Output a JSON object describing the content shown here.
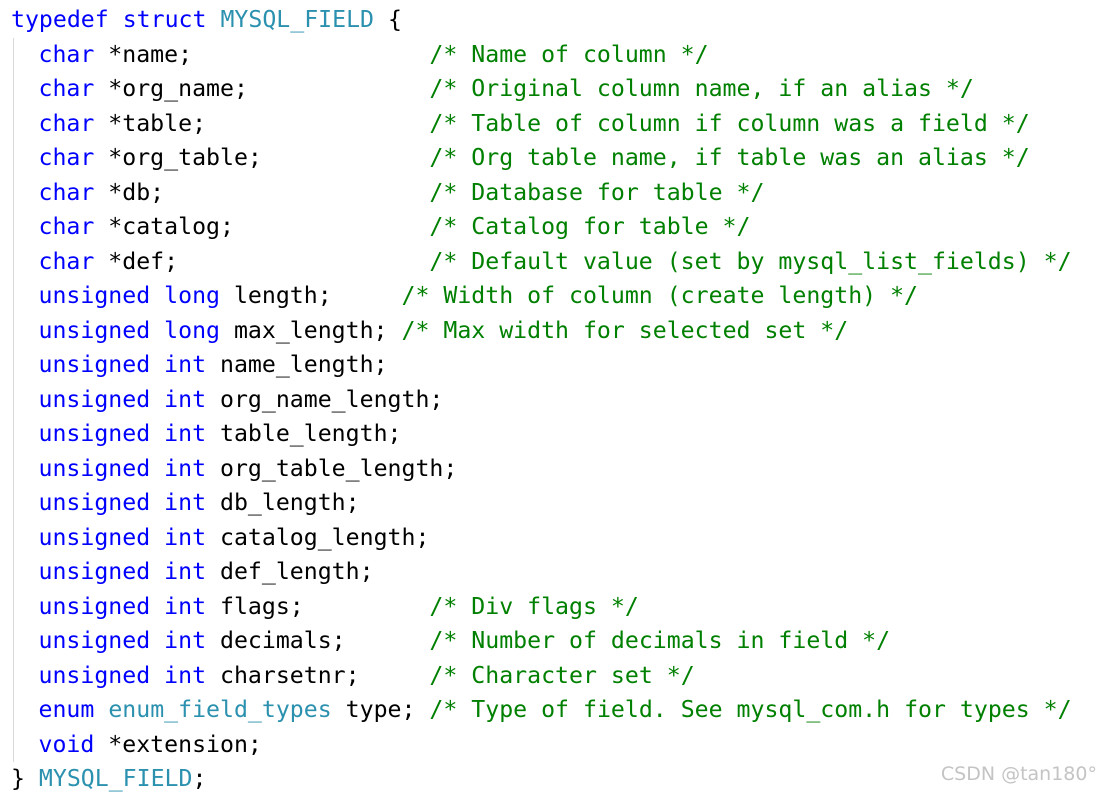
{
  "colors": {
    "keyword": "#0000ff",
    "type_name": "#2b91af",
    "comment": "#008000",
    "plain": "#000000",
    "background": "#ffffff",
    "watermark": "#c4c4c4"
  },
  "code": {
    "lines": [
      [
        {
          "t": "kw",
          "v": "typedef"
        },
        {
          "t": "pl",
          "v": " "
        },
        {
          "t": "kw",
          "v": "struct"
        },
        {
          "t": "pl",
          "v": " "
        },
        {
          "t": "ty",
          "v": "MYSQL_FIELD"
        },
        {
          "t": "pl",
          "v": " {"
        }
      ],
      [
        {
          "t": "ind"
        },
        {
          "t": "kw",
          "v": "char"
        },
        {
          "t": "pl",
          "v": " *name;                 "
        },
        {
          "t": "cm",
          "v": "/* Name of column */"
        }
      ],
      [
        {
          "t": "ind"
        },
        {
          "t": "kw",
          "v": "char"
        },
        {
          "t": "pl",
          "v": " *org_name;             "
        },
        {
          "t": "cm",
          "v": "/* Original column name, if an alias */"
        }
      ],
      [
        {
          "t": "ind"
        },
        {
          "t": "kw",
          "v": "char"
        },
        {
          "t": "pl",
          "v": " *table;                "
        },
        {
          "t": "cm",
          "v": "/* Table of column if column was a field */"
        }
      ],
      [
        {
          "t": "ind"
        },
        {
          "t": "kw",
          "v": "char"
        },
        {
          "t": "pl",
          "v": " *org_table;            "
        },
        {
          "t": "cm",
          "v": "/* Org table name, if table was an alias */"
        }
      ],
      [
        {
          "t": "ind"
        },
        {
          "t": "kw",
          "v": "char"
        },
        {
          "t": "pl",
          "v": " *db;                   "
        },
        {
          "t": "cm",
          "v": "/* Database for table */"
        }
      ],
      [
        {
          "t": "ind"
        },
        {
          "t": "kw",
          "v": "char"
        },
        {
          "t": "pl",
          "v": " *catalog;              "
        },
        {
          "t": "cm",
          "v": "/* Catalog for table */"
        }
      ],
      [
        {
          "t": "ind"
        },
        {
          "t": "kw",
          "v": "char"
        },
        {
          "t": "pl",
          "v": " *def;                  "
        },
        {
          "t": "cm",
          "v": "/* Default value (set by mysql_list_fields) */"
        }
      ],
      [
        {
          "t": "ind"
        },
        {
          "t": "kw",
          "v": "unsigned"
        },
        {
          "t": "pl",
          "v": " "
        },
        {
          "t": "kw",
          "v": "long"
        },
        {
          "t": "pl",
          "v": " length;     "
        },
        {
          "t": "cm",
          "v": "/* Width of column (create length) */"
        }
      ],
      [
        {
          "t": "ind"
        },
        {
          "t": "kw",
          "v": "unsigned"
        },
        {
          "t": "pl",
          "v": " "
        },
        {
          "t": "kw",
          "v": "long"
        },
        {
          "t": "pl",
          "v": " max_length; "
        },
        {
          "t": "cm",
          "v": "/* Max width for selected set */"
        }
      ],
      [
        {
          "t": "ind"
        },
        {
          "t": "kw",
          "v": "unsigned"
        },
        {
          "t": "pl",
          "v": " "
        },
        {
          "t": "kw",
          "v": "int"
        },
        {
          "t": "pl",
          "v": " name_length;"
        }
      ],
      [
        {
          "t": "ind"
        },
        {
          "t": "kw",
          "v": "unsigned"
        },
        {
          "t": "pl",
          "v": " "
        },
        {
          "t": "kw",
          "v": "int"
        },
        {
          "t": "pl",
          "v": " org_name_length;"
        }
      ],
      [
        {
          "t": "ind"
        },
        {
          "t": "kw",
          "v": "unsigned"
        },
        {
          "t": "pl",
          "v": " "
        },
        {
          "t": "kw",
          "v": "int"
        },
        {
          "t": "pl",
          "v": " table_length;"
        }
      ],
      [
        {
          "t": "ind"
        },
        {
          "t": "kw",
          "v": "unsigned"
        },
        {
          "t": "pl",
          "v": " "
        },
        {
          "t": "kw",
          "v": "int"
        },
        {
          "t": "pl",
          "v": " org_table_length;"
        }
      ],
      [
        {
          "t": "ind"
        },
        {
          "t": "kw",
          "v": "unsigned"
        },
        {
          "t": "pl",
          "v": " "
        },
        {
          "t": "kw",
          "v": "int"
        },
        {
          "t": "pl",
          "v": " db_length;"
        }
      ],
      [
        {
          "t": "ind"
        },
        {
          "t": "kw",
          "v": "unsigned"
        },
        {
          "t": "pl",
          "v": " "
        },
        {
          "t": "kw",
          "v": "int"
        },
        {
          "t": "pl",
          "v": " catalog_length;"
        }
      ],
      [
        {
          "t": "ind"
        },
        {
          "t": "kw",
          "v": "unsigned"
        },
        {
          "t": "pl",
          "v": " "
        },
        {
          "t": "kw",
          "v": "int"
        },
        {
          "t": "pl",
          "v": " def_length;"
        }
      ],
      [
        {
          "t": "ind"
        },
        {
          "t": "kw",
          "v": "unsigned"
        },
        {
          "t": "pl",
          "v": " "
        },
        {
          "t": "kw",
          "v": "int"
        },
        {
          "t": "pl",
          "v": " flags;         "
        },
        {
          "t": "cm",
          "v": "/* Div flags */"
        }
      ],
      [
        {
          "t": "ind"
        },
        {
          "t": "kw",
          "v": "unsigned"
        },
        {
          "t": "pl",
          "v": " "
        },
        {
          "t": "kw",
          "v": "int"
        },
        {
          "t": "pl",
          "v": " decimals;      "
        },
        {
          "t": "cm",
          "v": "/* Number of decimals in field */"
        }
      ],
      [
        {
          "t": "ind"
        },
        {
          "t": "kw",
          "v": "unsigned"
        },
        {
          "t": "pl",
          "v": " "
        },
        {
          "t": "kw",
          "v": "int"
        },
        {
          "t": "pl",
          "v": " charsetnr;     "
        },
        {
          "t": "cm",
          "v": "/* Character set */"
        }
      ],
      [
        {
          "t": "ind"
        },
        {
          "t": "kw",
          "v": "enum"
        },
        {
          "t": "pl",
          "v": " "
        },
        {
          "t": "ty",
          "v": "enum_field_types"
        },
        {
          "t": "pl",
          "v": " type; "
        },
        {
          "t": "cm",
          "v": "/* Type of field. See mysql_com.h for types */"
        }
      ],
      [
        {
          "t": "ind"
        },
        {
          "t": "kw",
          "v": "void"
        },
        {
          "t": "pl",
          "v": " *extension;"
        }
      ],
      [
        {
          "t": "pl",
          "v": "} "
        },
        {
          "t": "ty",
          "v": "MYSQL_FIELD"
        },
        {
          "t": "pl",
          "v": ";"
        }
      ]
    ]
  },
  "watermark": {
    "text": "CSDN @tan180°"
  }
}
